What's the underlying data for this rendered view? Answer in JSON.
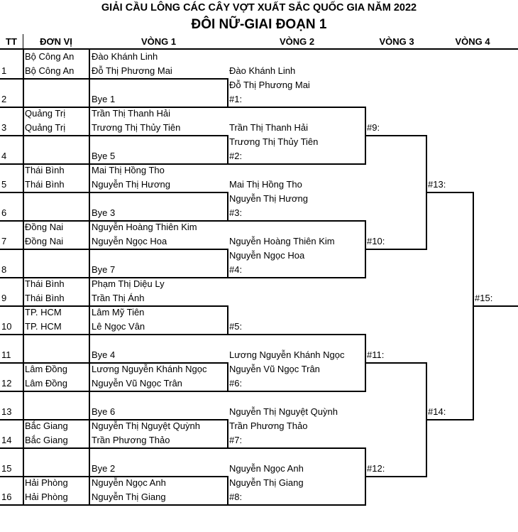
{
  "title": "GIẢI CẦU LÔNG CÁC CÂY VỢT XUẤT SẮC QUỐC GIA NĂM 2022",
  "subtitle": "ĐÔI NỮ-GIAI ĐOẠN 1",
  "headers": {
    "tt": "TT",
    "unit": "ĐƠN VỊ",
    "r1": "VÒNG 1",
    "r2": "VÒNG 2",
    "r3": "VÒNG 3",
    "r4": "VÒNG 4"
  },
  "entries": [
    {
      "tt": "1",
      "unit1": "Bộ Công An",
      "unit2": "Bộ Công An",
      "p1": "Đào Khánh Linh",
      "p2": "Đỗ Thị Phương Mai"
    },
    {
      "tt": "2",
      "unit1": "",
      "unit2": "",
      "p1": "",
      "p2": "Bye 1"
    },
    {
      "tt": "3",
      "unit1": "Quảng Trị",
      "unit2": "Quảng Trị",
      "p1": "Trần Thị Thanh Hải",
      "p2": "Trương Thị Thủy Tiên"
    },
    {
      "tt": "4",
      "unit1": "",
      "unit2": "",
      "p1": "",
      "p2": "Bye 5"
    },
    {
      "tt": "5",
      "unit1": "Thái Bình",
      "unit2": "Thái Bình",
      "p1": "Mai Thị Hồng Tho",
      "p2": "Nguyễn Thị Hương"
    },
    {
      "tt": "6",
      "unit1": "",
      "unit2": "",
      "p1": "",
      "p2": "Bye 3"
    },
    {
      "tt": "7",
      "unit1": "Đồng Nai",
      "unit2": "Đồng Nai",
      "p1": "Nguyễn Hoàng Thiên Kim",
      "p2": "Nguyễn Ngọc Hoa"
    },
    {
      "tt": "8",
      "unit1": "",
      "unit2": "",
      "p1": "",
      "p2": "Bye 7"
    },
    {
      "tt": "9",
      "unit1": "Thái Bình",
      "unit2": "Thái Bình",
      "p1": "Phạm Thị Diệu Ly",
      "p2": "Trần Thị Ánh"
    },
    {
      "tt": "10",
      "unit1": "TP. HCM",
      "unit2": "TP. HCM",
      "p1": "Lâm Mỹ Tiên",
      "p2": "Lê Ngọc Vân"
    },
    {
      "tt": "11",
      "unit1": "",
      "unit2": "",
      "p1": "",
      "p2": "Bye 4"
    },
    {
      "tt": "12",
      "unit1": "Lâm Đồng",
      "unit2": "Lâm Đồng",
      "p1": "Lương Nguyễn Khánh Ngọc",
      "p2": "Nguyễn Vũ Ngọc Trân"
    },
    {
      "tt": "13",
      "unit1": "",
      "unit2": "",
      "p1": "",
      "p2": "Bye 6"
    },
    {
      "tt": "14",
      "unit1": "Bắc Giang",
      "unit2": "Bắc Giang",
      "p1": "Nguyễn Thị Nguyệt Quỳnh",
      "p2": "Trần Phương Thảo"
    },
    {
      "tt": "15",
      "unit1": "",
      "unit2": "",
      "p1": "",
      "p2": "Bye 2"
    },
    {
      "tt": "16",
      "unit1": "Hải Phòng",
      "unit2": "Hải Phòng",
      "p1": "Nguyễn Ngọc Anh",
      "p2": "Nguyễn Thị Giang"
    }
  ],
  "round2": [
    {
      "a": "Đào Khánh Linh",
      "b": "Đỗ Thị Phương Mai",
      "match": "#1:"
    },
    {
      "a": "Trần Thị Thanh Hải",
      "b": "Trương Thị Thủy Tiên",
      "match": "#2:"
    },
    {
      "a": "Mai Thị Hồng Tho",
      "b": "Nguyễn Thị Hương",
      "match": "#3:"
    },
    {
      "a": "Nguyễn Hoàng Thiên Kim",
      "b": "Nguyễn Ngọc Hoa",
      "match": "#4:"
    },
    {
      "a": "",
      "b": "",
      "match": "#5:"
    },
    {
      "a": "Lương Nguyễn Khánh Ngọc",
      "b": "Nguyễn Vũ Ngọc Trân",
      "match": "#6:"
    },
    {
      "a": "Nguyễn Thị Nguyệt Quỳnh",
      "b": "Trần Phương Thảo",
      "match": "#7:"
    },
    {
      "a": "Nguyễn Ngọc Anh",
      "b": "Nguyễn Thị Giang",
      "match": "#8:"
    }
  ],
  "round3": [
    "#9:",
    "#10:",
    "#11:",
    "#12:"
  ],
  "round4": [
    "#13:",
    "#14:"
  ],
  "final": "#15:"
}
